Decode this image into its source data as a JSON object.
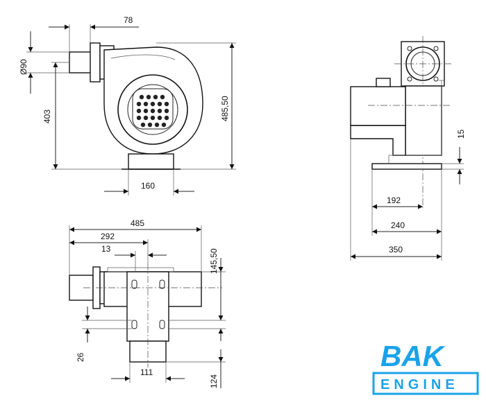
{
  "front_view": {
    "width_top": "78",
    "diameter": "Ø90",
    "height_outlet": "403",
    "total_height": "485,50",
    "base_width": "160"
  },
  "side_view": {
    "foot_height": "15",
    "dim_192": "192",
    "dim_240": "240",
    "dim_350": "350"
  },
  "top_view": {
    "total_width": "485",
    "dim_292": "292",
    "dim_13": "13",
    "dim_145": "145,50",
    "dim_26": "26",
    "dim_111": "111",
    "dim_124": "124"
  },
  "logo": {
    "word": "BAK",
    "sub": "ENGINE",
    "color": "#1aa3e8"
  }
}
